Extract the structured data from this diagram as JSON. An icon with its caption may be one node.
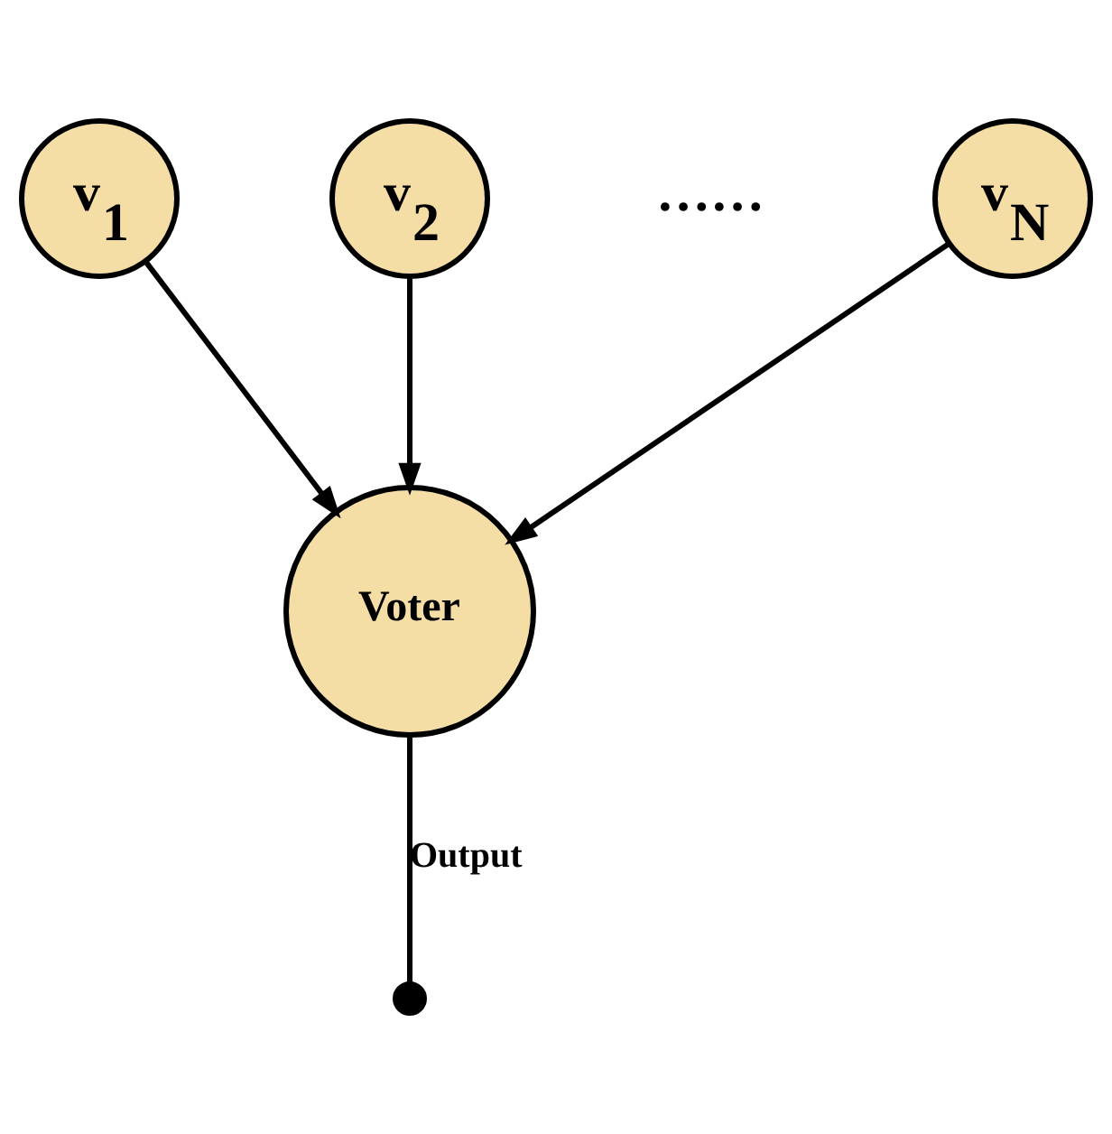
{
  "diagram": {
    "nodes": [
      {
        "text": [
          "v$_{1}$"
        ]
      },
      {
        "text": [
          "v$_{2}$"
        ]
      },
      {
        "text": [
          "v$_{N}$"
        ]
      },
      {
        "text": [
          "Voter"
        ]
      },
      {
        "text": [],
        "shape": "circle"
      }
    ],
    "edges": [
      {
        "from": 0,
        "to": 3,
        "arrow": "to"
      },
      {
        "from": 1,
        "to": 3,
        "arrow": "to"
      },
      {
        "from": 2,
        "to": 3,
        "arrow": "to"
      },
      {
        "from": 3,
        "to": 4,
        "arrow": "none",
        "label": "Output"
      }
    ],
    "labels": [
      "……"
    ]
  }
}
